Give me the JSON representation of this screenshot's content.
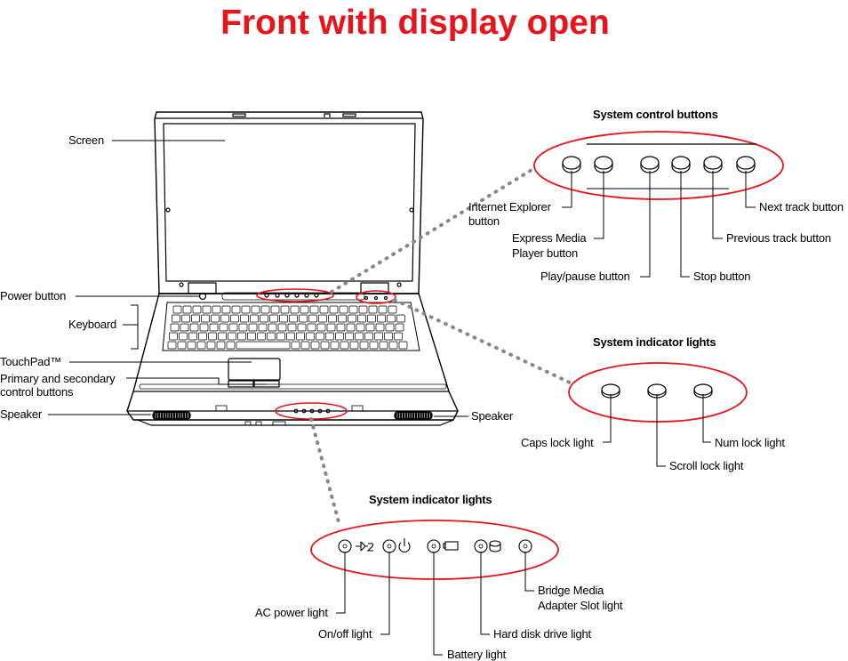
{
  "title": "Front with display open",
  "laptop_labels": {
    "screen": "Screen",
    "power_button": "Power button",
    "keyboard": "Keyboard",
    "touchpad": "TouchPad™",
    "control_buttons_line1": "Primary and secondary",
    "control_buttons_line2": "control buttons",
    "speaker_left": "Speaker",
    "speaker_right": "Speaker"
  },
  "callouts": {
    "control_buttons": {
      "heading": "System control buttons",
      "labels": {
        "internet_explorer_1": "Internet Explorer",
        "internet_explorer_2": "button",
        "express_media_1": "Express Media",
        "express_media_2": "Player button",
        "play_pause": "Play/pause button",
        "stop": "Stop button",
        "previous_track": "Previous track button",
        "next_track": "Next track button"
      }
    },
    "keyboard_lights": {
      "heading": "System indicator lights",
      "labels": {
        "caps_lock": "Caps lock light",
        "scroll_lock": "Scroll lock light",
        "num_lock": "Num lock light"
      }
    },
    "front_lights": {
      "heading": "System indicator lights",
      "labels": {
        "ac_power": "AC power light",
        "on_off": "On/off light",
        "battery": "Battery light",
        "hard_disk": "Hard disk drive light",
        "bridge_media_1": "Bridge Media",
        "bridge_media_2": "Adapter Slot light"
      }
    }
  },
  "colors": {
    "title": "#e8141b",
    "highlight": "#e8141b",
    "connector": "#888888"
  },
  "icons": [
    "ac-power-icon",
    "power-icon",
    "battery-icon",
    "hard-disk-icon"
  ]
}
